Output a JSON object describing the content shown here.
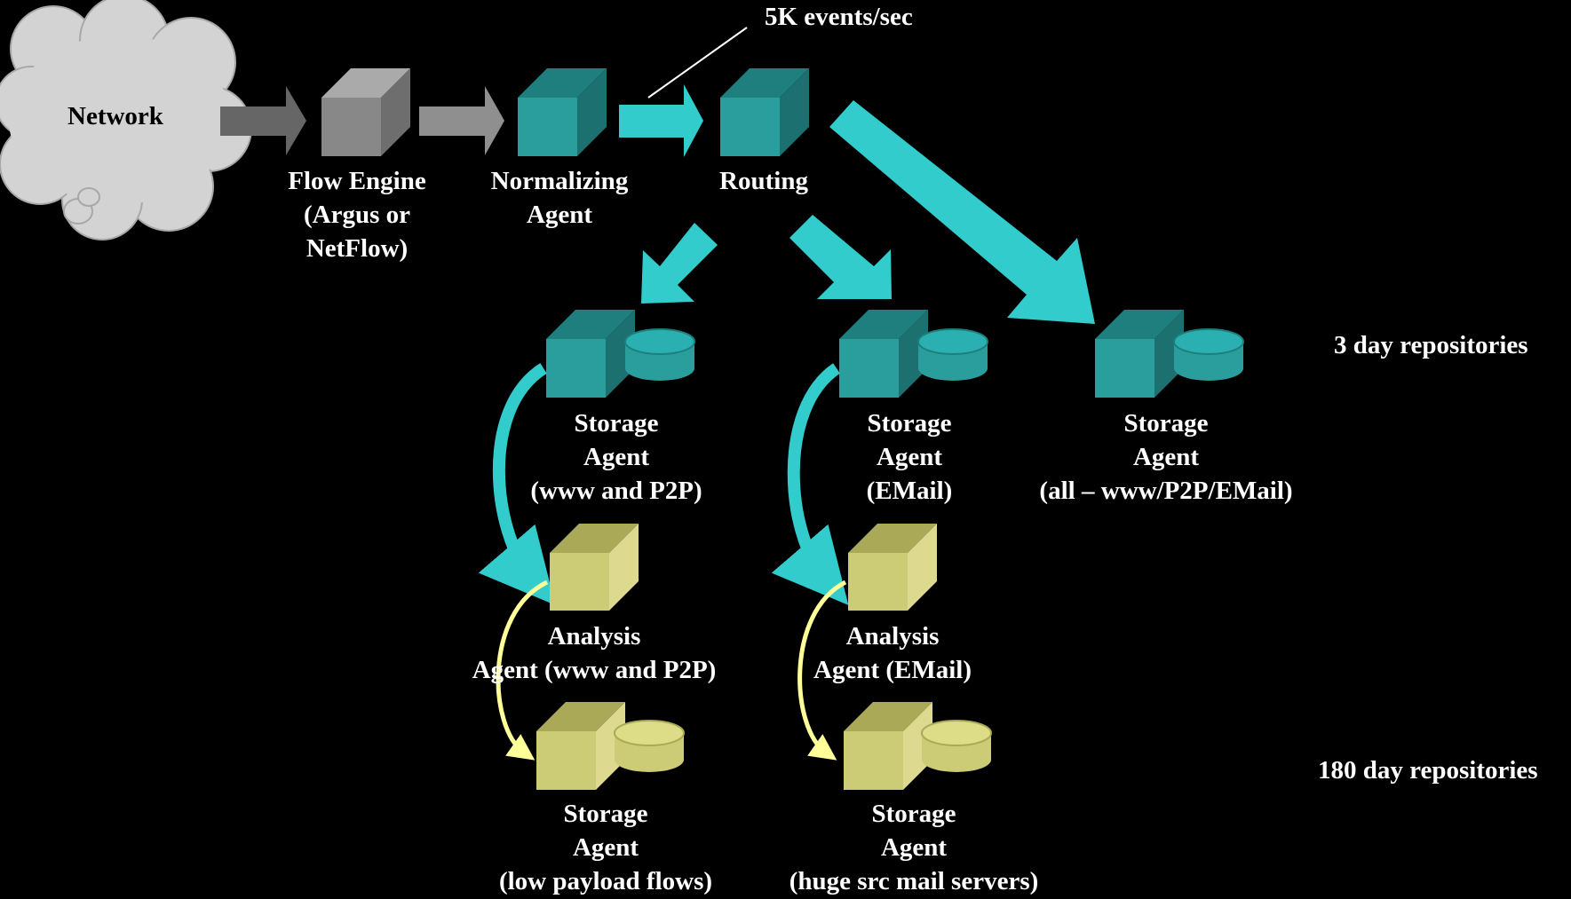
{
  "annotation": "5K events/sec",
  "network_label": "Network",
  "nodes": {
    "flow_engine": [
      "Flow Engine",
      "(Argus or",
      "NetFlow)"
    ],
    "normalizing": [
      "Normalizing",
      "Agent"
    ],
    "routing": [
      "Routing"
    ],
    "storage_www": [
      "Storage",
      "Agent",
      "(www and P2P)"
    ],
    "storage_email": [
      "Storage",
      "Agent",
      "(EMail)"
    ],
    "storage_all": [
      "Storage",
      "Agent",
      "(all – www/P2P/EMail)"
    ],
    "analysis_www": [
      "Analysis",
      "Agent (www and P2P)"
    ],
    "analysis_email": [
      "Analysis",
      "Agent (EMail)"
    ],
    "storage_low": [
      "Storage",
      "Agent",
      "(low payload flows)"
    ],
    "storage_huge": [
      "Storage",
      "Agent",
      "(huge src mail servers)"
    ]
  },
  "tiers": {
    "three_day": "3 day repositories",
    "one_eighty_day": "180 day repositories"
  },
  "colors": {
    "teal": "#2a9d9d",
    "teal_arrow": "#33cccc",
    "gray": "#8a8a8a",
    "khaki": "#cccc77",
    "yellow_arrow": "#ffff99"
  }
}
